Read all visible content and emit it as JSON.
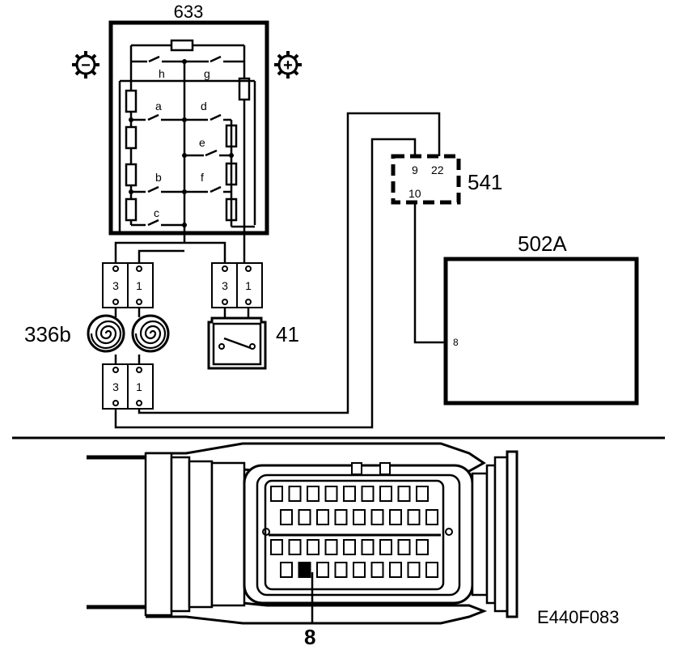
{
  "labels": {
    "switch_unit": "633",
    "minus_sign": "−",
    "plus_sign": "+",
    "switches": [
      "h",
      "g",
      "a",
      "d",
      "e",
      "b",
      "f",
      "c"
    ],
    "connector_541": "541",
    "pin_9": "9",
    "pin_22": "22",
    "pin_10": "10",
    "module_502a": "502A",
    "module_pin_8": "8",
    "heater": "336b",
    "motor": "41",
    "terminal_3": "3",
    "terminal_1": "1",
    "pin_callout": "8",
    "figure_id": "E440F083"
  },
  "icons": [
    "minus-gear-icon",
    "plus-gear-icon",
    "heating-coil-icon",
    "switch-icon"
  ],
  "colors": {
    "line": "#000000",
    "fill": "#ffffff",
    "pin_highlight": "#000000"
  }
}
